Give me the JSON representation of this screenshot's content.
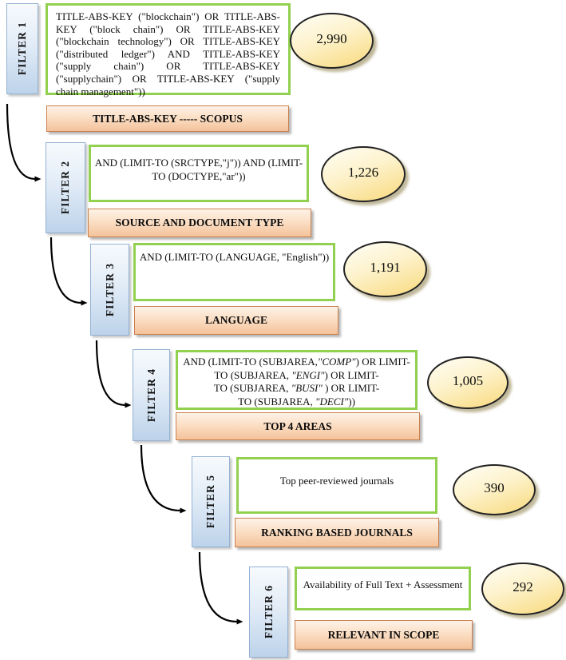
{
  "diagram": {
    "rows": [
      {
        "filter": "FILTER 1",
        "query": "TITLE-ABS-KEY (\"blockchain\") OR TITLE-ABS-KEY (\"block chain\") OR TITLE-ABS-KEY (\"blockchain technology\") OR TITLE-ABS-KEY (\"distributed ledger\") AND TITLE-ABS-KEY (\"supply chain\") OR TITLE-ABS-KEY (\"supplychain\") OR TITLE-ABS-KEY (\"supply chain management\"))",
        "label": "TITLE-ABS-KEY ----- SCOPUS",
        "count": "2,990"
      },
      {
        "filter": "FILTER 2",
        "query": "AND (LIMIT-TO (SRCTYPE,\"j\")) AND (LIMIT-\nTO (DOCTYPE,\"ar\"))",
        "label": "SOURCE AND DOCUMENT TYPE",
        "count": "1,226"
      },
      {
        "filter": "FILTER 3",
        "query": "AND (LIMIT-TO (LANGUAGE, \"English\"))",
        "label": "LANGUAGE",
        "count": "1,191"
      },
      {
        "filter": "FILTER 4",
        "query_lines": [
          {
            "pre": "AND (LIMIT-TO (SUBJAREA,",
            "italic": "\"COMP\"",
            "post": ") OR LIMIT-"
          },
          {
            "pre": "TO (SUBJAREA, ",
            "italic": "\"ENGI\"",
            "post": ") OR LIMIT-"
          },
          {
            "pre": "TO (SUBJAREA, ",
            "italic": "\"BUSI\"",
            "post": " ) OR LIMIT-"
          },
          {
            "pre": "TO (SUBJAREA, ",
            "italic": "\"DECI\"",
            "post": "))"
          }
        ],
        "label": "TOP 4 AREAS",
        "count": "1,005"
      },
      {
        "filter": "FILTER 5",
        "query": "Top peer-reviewed journals",
        "label": "RANKING BASED JOURNALS",
        "count": "390"
      },
      {
        "filter": "FILTER 6",
        "query": "Availability of Full Text + Assessment",
        "label": "RELEVANT IN SCOPE",
        "count": "292"
      }
    ],
    "colors": {
      "filter_tab_fill_top": "#f7fafd",
      "filter_tab_fill_bottom": "#bdd3ea",
      "filter_tab_border": "#94b2d3",
      "query_box_border": "#92d050",
      "stage_label_fill_top": "#fdf2e7",
      "stage_label_fill_bottom": "#f4c29a",
      "stage_label_border": "#c97f4e",
      "count_ellipse_fill_top": "#fffef7",
      "count_ellipse_fill_bottom": "#f8d97c",
      "count_ellipse_border": "#222222",
      "arrow": "#000000"
    }
  }
}
